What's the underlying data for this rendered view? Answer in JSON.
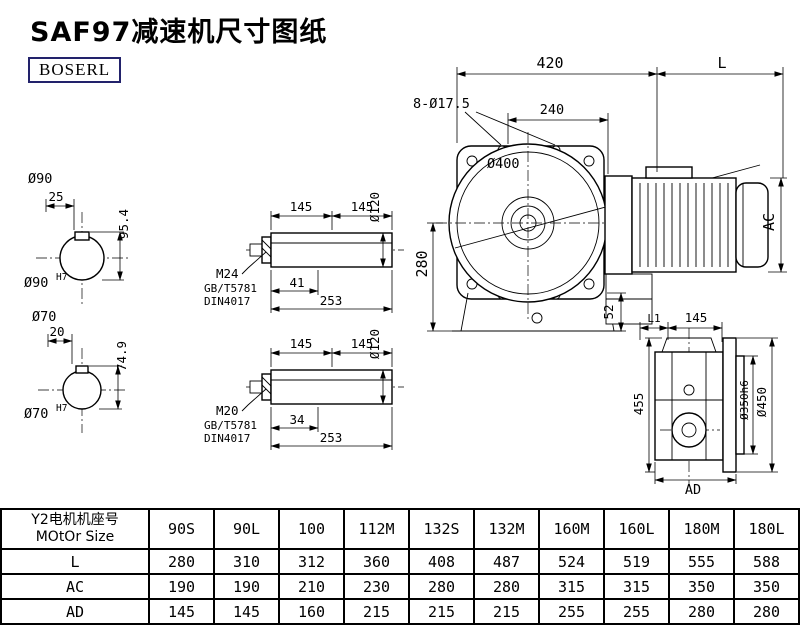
{
  "page": {
    "title": "SAF97减速机尺寸图纸",
    "brand": "BOSERL"
  },
  "hub_section_90": {
    "dia": "Ø90",
    "key_width": "25",
    "key_height": "95.4",
    "bore": "Ø90",
    "bore_tol": "H7"
  },
  "hub_section_70": {
    "dia": "Ø70",
    "key_width": "20",
    "key_height": "74.9",
    "bore": "Ø70",
    "bore_tol": "H7"
  },
  "shaft_upper": {
    "len_a": "145",
    "len_b": "145",
    "dia": "Ø120",
    "thread": "M24",
    "std_gb": "GB/T5781",
    "std_din": "DIN4017",
    "dim_small": "41",
    "dim_total": "253"
  },
  "shaft_lower": {
    "len_a": "145",
    "len_b": "145",
    "dia": "Ø120",
    "thread": "M20",
    "std_gb": "GB/T5781",
    "std_din": "DIN4017",
    "dim_small": "34",
    "dim_total": "253"
  },
  "front_view": {
    "dim_width": "420",
    "dim_motor_len": "L",
    "dim_holes": "8-Ø17.5",
    "dim_top": "240",
    "dim_flange": "Ø400",
    "dim_height": "280",
    "dim_foot": "52",
    "dim_motor_dia": "AC"
  },
  "side_view": {
    "dim_l1": "L1",
    "dim_width": "145",
    "dim_height": "455",
    "dim_spigot": "Ø350h6",
    "dim_flange": "Ø450",
    "dim_ad": "AD"
  },
  "table": {
    "header_cn": "Y2电机机座号",
    "header_en": "MOtOr Size",
    "columns": [
      "90S",
      "90L",
      "100",
      "112M",
      "132S",
      "132M",
      "160M",
      "160L",
      "180M",
      "180L"
    ],
    "rows": [
      {
        "label": "L",
        "values": [
          "280",
          "310",
          "312",
          "360",
          "408",
          "487",
          "524",
          "519",
          "555",
          "588"
        ]
      },
      {
        "label": "AC",
        "values": [
          "190",
          "190",
          "210",
          "230",
          "280",
          "280",
          "315",
          "315",
          "350",
          "350"
        ]
      },
      {
        "label": "AD",
        "values": [
          "145",
          "145",
          "160",
          "215",
          "215",
          "215",
          "255",
          "255",
          "280",
          "280"
        ]
      }
    ]
  }
}
